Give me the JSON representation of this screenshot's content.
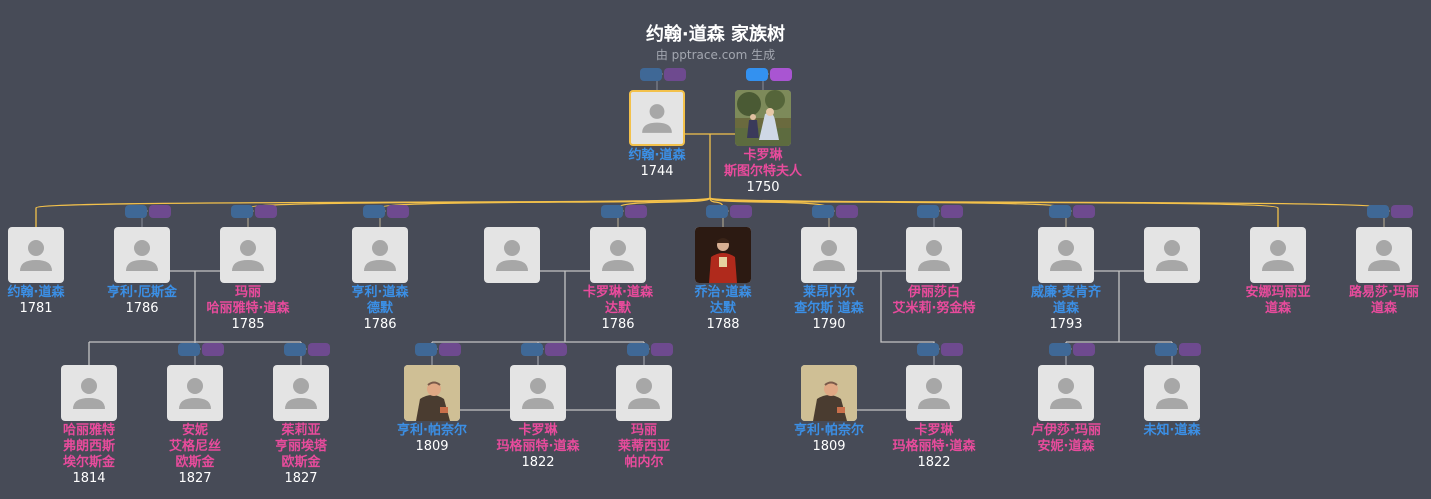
{
  "title": "约翰·道森 家族树",
  "subtitle": "由 pptrace.com 生成",
  "colors": {
    "background": "#474b57",
    "male": "#3b8fe5",
    "female": "#e84b9c",
    "line_ancestor": "#f3c14b",
    "line": "#c8c8c8",
    "selected_border": "#f3c14b"
  },
  "people": [
    {
      "id": "john",
      "line1": "约翰·道森",
      "line2": "",
      "year": "1744",
      "gender": "male",
      "photo": "avatar-placeholder",
      "selected": true
    },
    {
      "id": "caroline",
      "line1": "卡罗琳",
      "line2": "斯图尔特夫人",
      "year": "1750",
      "gender": "female",
      "photo": "painting-portrait"
    },
    {
      "id": "john2",
      "line1": "约翰·道森",
      "line2": "",
      "year": "1781",
      "gender": "male",
      "photo": "avatar-placeholder"
    },
    {
      "id": "henry_e",
      "line1": "亨利·厄斯金",
      "line2": "",
      "year": "1786",
      "gender": "male",
      "photo": "avatar-placeholder"
    },
    {
      "id": "mary",
      "line1": "玛丽",
      "line2": "哈丽雅特·道森",
      "year": "1785",
      "gender": "female",
      "photo": "avatar-placeholder"
    },
    {
      "id": "henry_d",
      "line1": "亨利·道森",
      "line2": "德默",
      "year": "1786",
      "gender": "male",
      "photo": "avatar-placeholder"
    },
    {
      "id": "unknown_sp",
      "line1": "",
      "line2": "",
      "year": "",
      "gender": "male",
      "photo": "avatar-placeholder"
    },
    {
      "id": "caroline_d",
      "line1": "卡罗琳·道森",
      "line2": "达默",
      "year": "1786",
      "gender": "female",
      "photo": "avatar-placeholder"
    },
    {
      "id": "george",
      "line1": "乔治·道森",
      "line2": "达默",
      "year": "1788",
      "gender": "male",
      "photo": "painting-portrait-red"
    },
    {
      "id": "lionel",
      "line1": "莱昂内尔",
      "line2": "查尔斯 道森",
      "year": "1790",
      "gender": "male",
      "photo": "avatar-placeholder"
    },
    {
      "id": "elizabeth",
      "line1": "伊丽莎白",
      "line2": "艾米莉·努金特",
      "year": "",
      "gender": "female",
      "photo": "avatar-placeholder"
    },
    {
      "id": "william",
      "line1": "威廉·麦肯齐",
      "line2": "道森",
      "year": "1793",
      "gender": "male",
      "photo": "avatar-placeholder"
    },
    {
      "id": "william_sp",
      "line1": "",
      "line2": "",
      "year": "",
      "gender": "female",
      "photo": "avatar-placeholder"
    },
    {
      "id": "anna",
      "line1": "安娜玛丽亚",
      "line2": "道森",
      "year": "",
      "gender": "female",
      "photo": "avatar-placeholder"
    },
    {
      "id": "louisa",
      "line1": "路易莎·玛丽",
      "line2": "道森",
      "year": "",
      "gender": "female",
      "photo": "avatar-placeholder"
    },
    {
      "id": "harriet",
      "line1": "哈丽雅特",
      "line2": "弗朗西斯",
      "line3": "埃尔斯金",
      "year": "1814",
      "gender": "female",
      "photo": "avatar-placeholder"
    },
    {
      "id": "annie",
      "line1": "安妮",
      "line2": "艾格尼丝",
      "line3": "欧斯金",
      "year": "1827",
      "gender": "female",
      "photo": "avatar-placeholder"
    },
    {
      "id": "julia",
      "line1": "茱莉亚",
      "line2": "亨丽埃塔",
      "line3": "欧斯金",
      "year": "1827",
      "gender": "female",
      "photo": "avatar-placeholder"
    },
    {
      "id": "henry_p1",
      "line1": "亨利·帕奈尔",
      "line2": "",
      "year": "1809",
      "gender": "male",
      "photo": "painting-portrait-old"
    },
    {
      "id": "caroline_m1",
      "line1": "卡罗琳",
      "line2": "玛格丽特·道森",
      "year": "1822",
      "gender": "female",
      "photo": "avatar-placeholder"
    },
    {
      "id": "mary_p",
      "line1": "玛丽",
      "line2": "莱蒂西亚",
      "line3": "帕内尔",
      "year": "",
      "gender": "female",
      "photo": "avatar-placeholder"
    },
    {
      "id": "henry_p2",
      "line1": "亨利·帕奈尔",
      "line2": "",
      "year": "1809",
      "gender": "male",
      "photo": "painting-portrait-old"
    },
    {
      "id": "caroline_m2",
      "line1": "卡罗琳",
      "line2": "玛格丽特·道森",
      "year": "1822",
      "gender": "female",
      "photo": "avatar-placeholder"
    },
    {
      "id": "louisa_m",
      "line1": "卢伊莎·玛丽",
      "line2": "安妮·道森",
      "year": "",
      "gender": "female",
      "photo": "avatar-placeholder"
    },
    {
      "id": "unknown_d",
      "line1": "未知·道森",
      "line2": "",
      "year": "",
      "gender": "male",
      "photo": "avatar-placeholder"
    }
  ]
}
